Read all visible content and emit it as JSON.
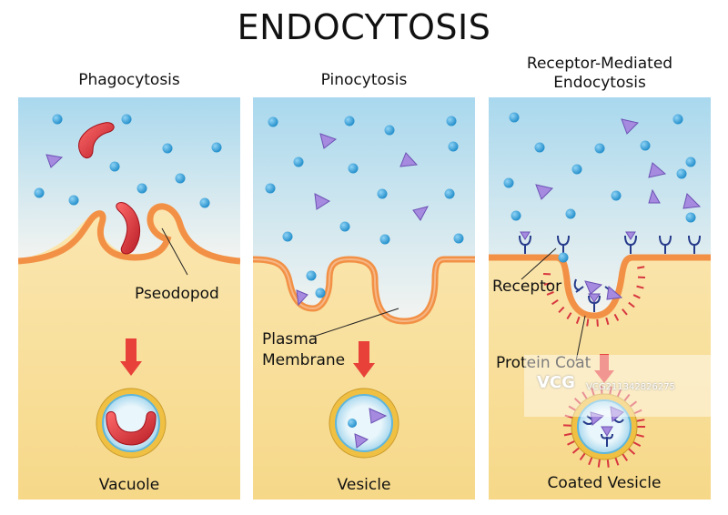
{
  "title": "ENDOCYTOSIS",
  "panels": [
    {
      "title": "Phagocytosis",
      "caption": "Vacuole",
      "labels": [
        "Pseodopod"
      ]
    },
    {
      "title": "Pinocytosis",
      "caption": "Vesicle",
      "labels": [
        "Plasma",
        "Membrane"
      ]
    },
    {
      "title_line1": "Receptor-Mediated",
      "title_line2": "Endocytosis",
      "caption": "Coated Vesicle",
      "labels": [
        "Receptor",
        "Protein Coat"
      ]
    }
  ],
  "watermark": {
    "logo": "VCG",
    "id": "VCG211342826275"
  },
  "colors": {
    "fluid_top": "#a9d8ee",
    "fluid_bottom": "#f2f3ef",
    "cytoplasm_top": "#fbe9b8",
    "cytoplasm_bottom": "#f6d98c",
    "membrane": "#f29146",
    "molecule": "#3aa6de",
    "triangle": "#a58adf",
    "arrow": "#e8413a",
    "bacterium": "#d9303a",
    "vesicle_ring": "#f0c043",
    "receptor": "#253a8a",
    "coat": "#d8363f"
  }
}
